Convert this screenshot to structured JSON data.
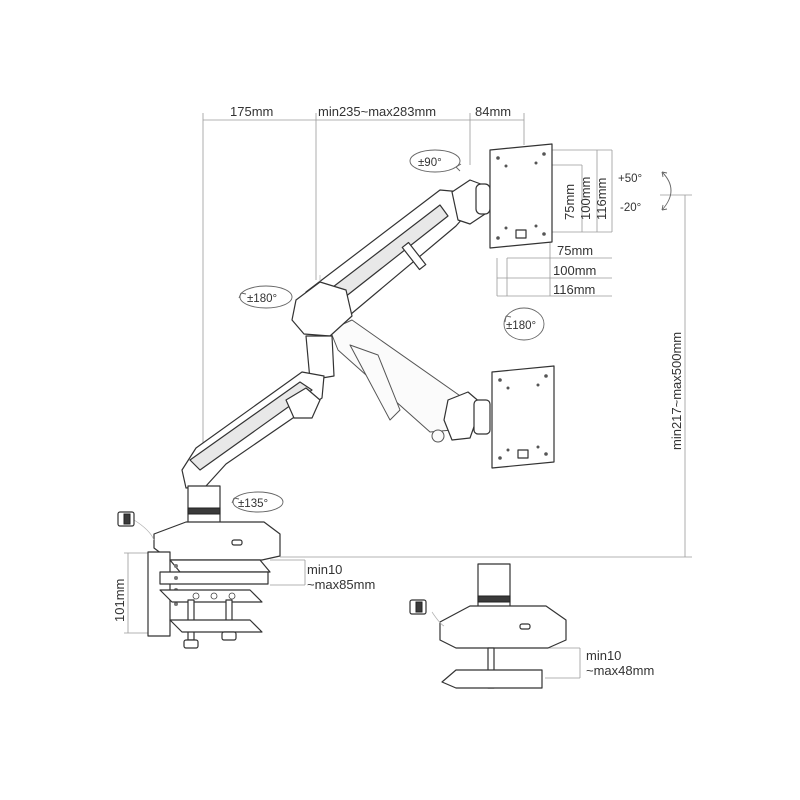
{
  "dimensions": {
    "top_left": "175mm",
    "top_mid": "min235~max283mm",
    "top_right": "84mm",
    "vesa_h_small": "75mm",
    "vesa_h_mid": "100mm",
    "vesa_h_large": "116mm",
    "vesa_w_small": "75mm",
    "vesa_w_mid": "100mm",
    "vesa_w_large": "116mm",
    "height_range": "min217~max500mm",
    "clamp_height": "101mm",
    "clamp_range_line1": "min10",
    "clamp_range_line2": "~max85mm",
    "grommet_range_line1": "min10",
    "grommet_range_line2": "~max48mm"
  },
  "rotations": {
    "head_swivel": "±90°",
    "tilt_up": "+50°",
    "tilt_down": "-20°",
    "elbow": "±180°",
    "rotate": "±180°",
    "base": "±135°"
  }
}
